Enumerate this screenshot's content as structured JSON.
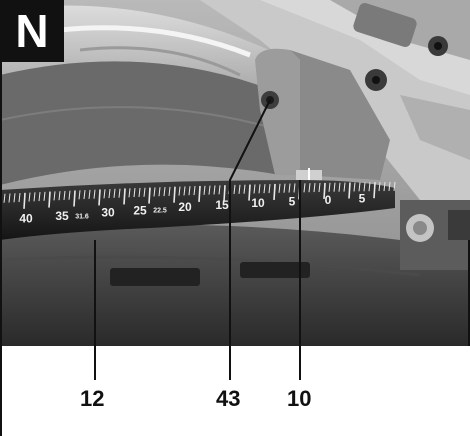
{
  "figure": {
    "badge_letter": "N",
    "scale_numbers": [
      "40",
      "35",
      "31.6",
      "30",
      "25",
      "22.5",
      "20",
      "15",
      "10",
      "5",
      "0",
      "5"
    ],
    "callouts": [
      {
        "label": "12"
      },
      {
        "label": "43"
      },
      {
        "label": "10"
      }
    ]
  }
}
